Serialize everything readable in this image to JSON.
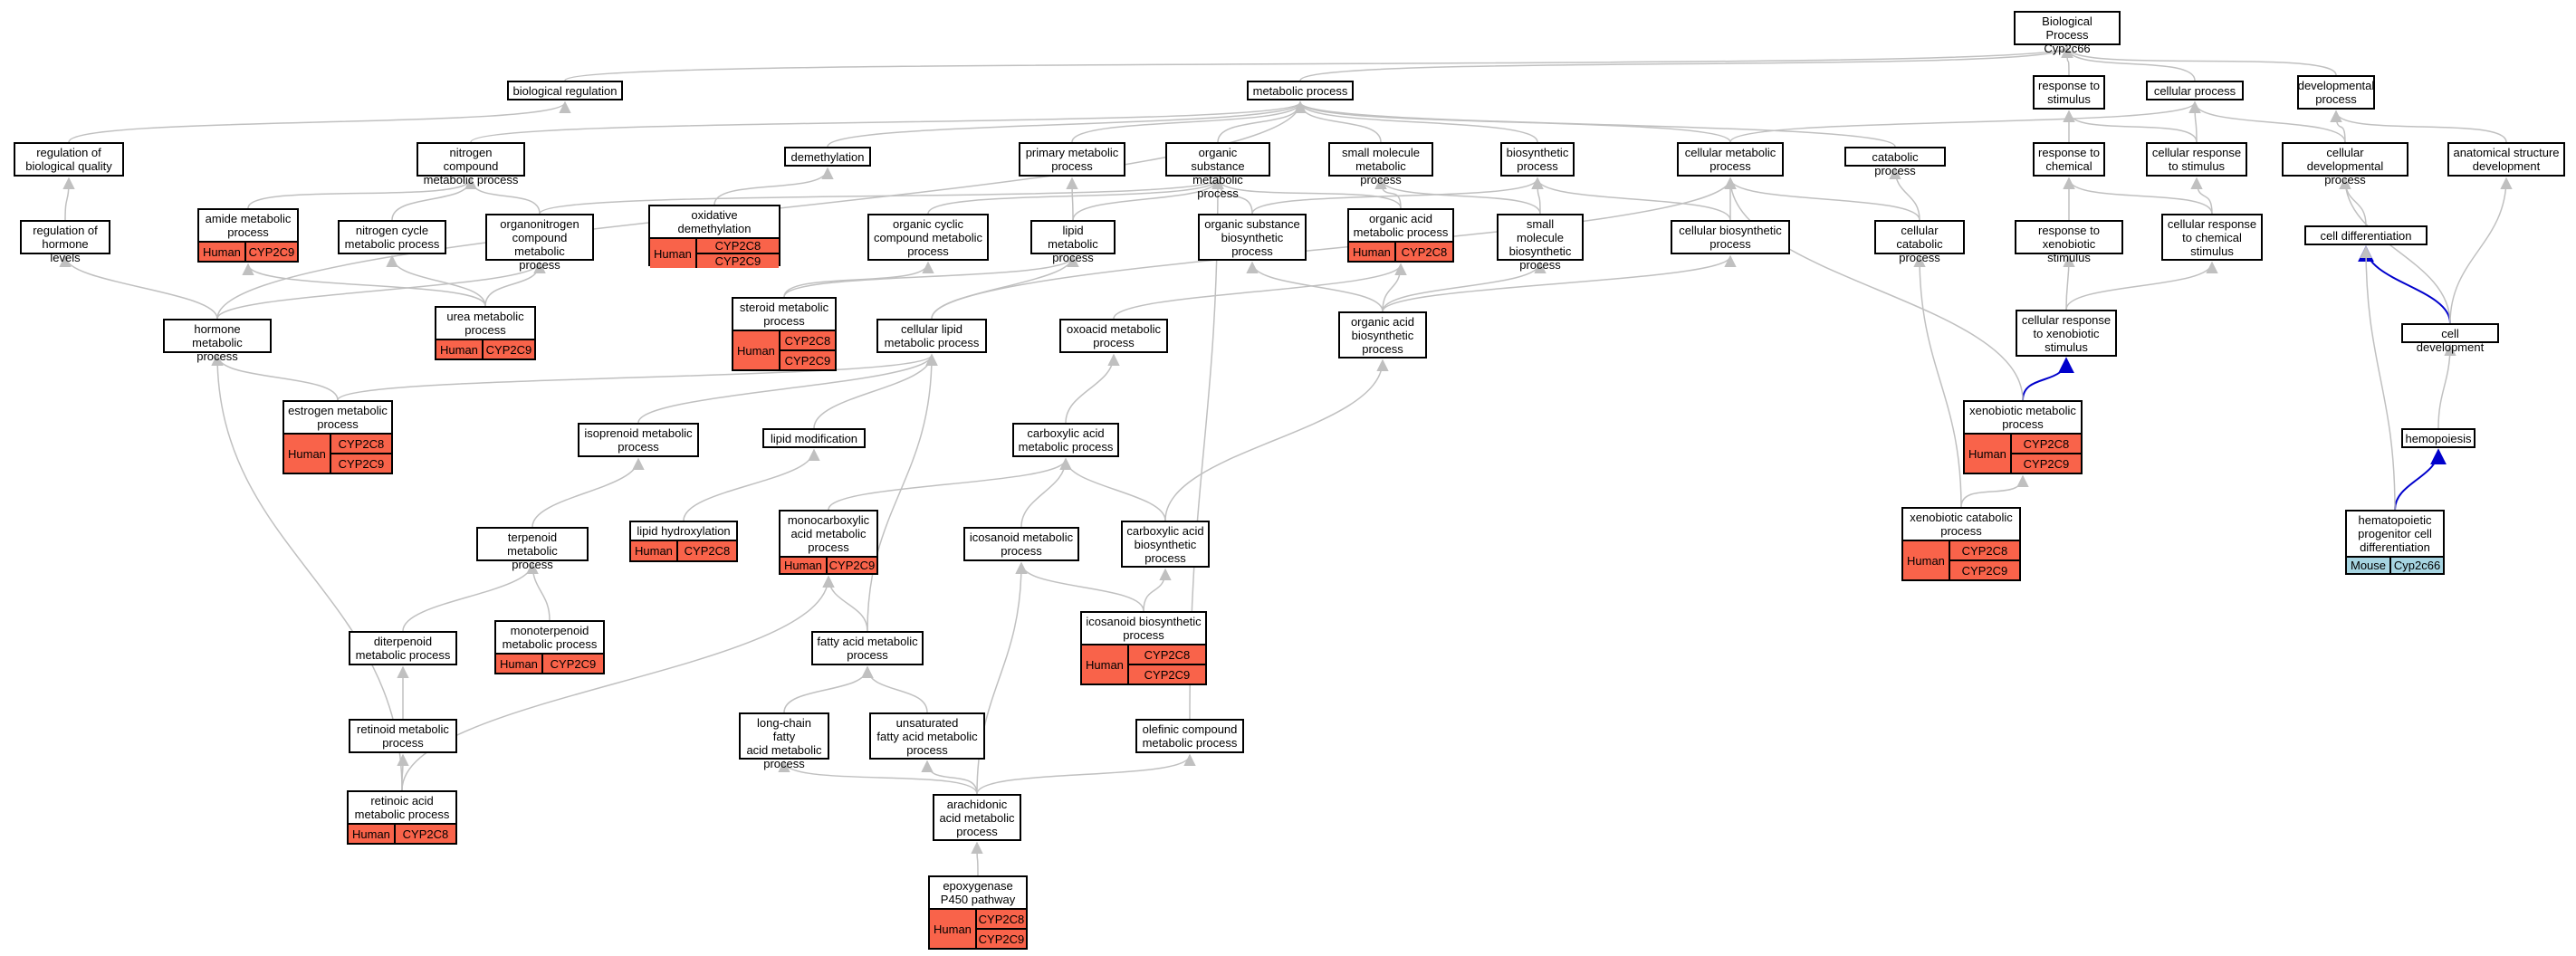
{
  "diagram": {
    "colors": {
      "edge": "#c0c0c0",
      "highlight_edge": "#0000cc",
      "human_fill": "#f9634a",
      "mouse_fill": "#a6d4e1",
      "node_border": "#000000"
    },
    "nodes": [
      {
        "id": "root",
        "label": "Biological Process\nCyp2c66"
      },
      {
        "id": "biological_regulation",
        "label": "biological regulation"
      },
      {
        "id": "metabolic_process",
        "label": "metabolic process"
      },
      {
        "id": "response_to_stimulus",
        "label": "response to\nstimulus"
      },
      {
        "id": "cellular_process",
        "label": "cellular process"
      },
      {
        "id": "developmental_process",
        "label": "developmental\nprocess"
      },
      {
        "id": "regulation_of_biological_quality",
        "label": "regulation of\nbiological quality"
      },
      {
        "id": "nitrogen_compound_metabolic_process",
        "label": "nitrogen compound\nmetabolic process"
      },
      {
        "id": "demethylation",
        "label": "demethylation"
      },
      {
        "id": "primary_metabolic_process",
        "label": "primary metabolic\nprocess"
      },
      {
        "id": "organic_substance_metabolic_process",
        "label": "organic substance\nmetabolic process"
      },
      {
        "id": "small_molecule_metabolic_process",
        "label": "small molecule\nmetabolic process"
      },
      {
        "id": "biosynthetic_process",
        "label": "biosynthetic\nprocess"
      },
      {
        "id": "cellular_metabolic_process",
        "label": "cellular metabolic\nprocess"
      },
      {
        "id": "catabolic_process",
        "label": "catabolic process"
      },
      {
        "id": "response_to_chemical",
        "label": "response to\nchemical"
      },
      {
        "id": "cellular_response_to_stimulus",
        "label": "cellular response\nto stimulus"
      },
      {
        "id": "cellular_developmental_process",
        "label": "cellular developmental\nprocess"
      },
      {
        "id": "anatomical_structure_development",
        "label": "anatomical structure\ndevelopment"
      },
      {
        "id": "regulation_of_hormone_levels",
        "label": "regulation of\nhormone levels"
      },
      {
        "id": "amide_metabolic_process",
        "label": "amide metabolic\nprocess",
        "genes": {
          "species": "Human",
          "list": [
            "CYP2C9"
          ]
        }
      },
      {
        "id": "nitrogen_cycle_metabolic_process",
        "label": "nitrogen cycle\nmetabolic process"
      },
      {
        "id": "organonitrogen_compound_metabolic_process",
        "label": "organonitrogen\ncompound metabolic\nprocess"
      },
      {
        "id": "oxidative_demethylation",
        "label": "oxidative demethylation",
        "genes": {
          "species": "Human",
          "list": [
            "CYP2C8",
            "CYP2C9"
          ]
        }
      },
      {
        "id": "organic_cyclic_compound_metabolic_process",
        "label": "organic cyclic\ncompound metabolic\nprocess"
      },
      {
        "id": "lipid_metabolic_process",
        "label": "lipid metabolic\nprocess"
      },
      {
        "id": "organic_substance_biosynthetic_process",
        "label": "organic substance\nbiosynthetic\nprocess"
      },
      {
        "id": "organic_acid_metabolic_process",
        "label": "organic acid\nmetabolic process",
        "genes": {
          "species": "Human",
          "list": [
            "CYP2C8"
          ]
        }
      },
      {
        "id": "small_molecule_biosynthetic_process",
        "label": "small molecule\nbiosynthetic\nprocess"
      },
      {
        "id": "cellular_biosynthetic_process",
        "label": "cellular biosynthetic\nprocess"
      },
      {
        "id": "cellular_catabolic_process",
        "label": "cellular catabolic\nprocess"
      },
      {
        "id": "response_to_xenobiotic_stimulus",
        "label": "response to\nxenobiotic stimulus"
      },
      {
        "id": "cellular_response_to_chemical_stimulus",
        "label": "cellular response\nto chemical\nstimulus"
      },
      {
        "id": "cell_differentiation",
        "label": "cell differentiation"
      },
      {
        "id": "hormone_metabolic_process",
        "label": "hormone metabolic\nprocess"
      },
      {
        "id": "urea_metabolic_process",
        "label": "urea metabolic\nprocess",
        "genes": {
          "species": "Human",
          "list": [
            "CYP2C9"
          ]
        }
      },
      {
        "id": "steroid_metabolic_process",
        "label": "steroid metabolic\nprocess",
        "genes": {
          "species": "Human",
          "list": [
            "CYP2C8",
            "CYP2C9"
          ]
        }
      },
      {
        "id": "cellular_lipid_metabolic_process",
        "label": "cellular lipid\nmetabolic process"
      },
      {
        "id": "oxoacid_metabolic_process",
        "label": "oxoacid metabolic\nprocess"
      },
      {
        "id": "organic_acid_biosynthetic_process",
        "label": "organic acid\nbiosynthetic\nprocess"
      },
      {
        "id": "cellular_response_to_xenobiotic_stimulus",
        "label": "cellular response\nto xenobiotic\nstimulus"
      },
      {
        "id": "cell_development",
        "label": "cell development"
      },
      {
        "id": "estrogen_metabolic_process",
        "label": "estrogen metabolic\nprocess",
        "genes": {
          "species": "Human",
          "list": [
            "CYP2C8",
            "CYP2C9"
          ]
        }
      },
      {
        "id": "isoprenoid_metabolic_process",
        "label": "isoprenoid metabolic\nprocess"
      },
      {
        "id": "lipid_modification",
        "label": "lipid modification"
      },
      {
        "id": "carboxylic_acid_metabolic_process",
        "label": "carboxylic acid\nmetabolic process"
      },
      {
        "id": "xenobiotic_metabolic_process",
        "label": "xenobiotic metabolic\nprocess",
        "genes": {
          "species": "Human",
          "list": [
            "CYP2C8",
            "CYP2C9"
          ]
        }
      },
      {
        "id": "hemopoiesis",
        "label": "hemopoiesis"
      },
      {
        "id": "terpenoid_metabolic_process",
        "label": "terpenoid metabolic\nprocess"
      },
      {
        "id": "lipid_hydroxylation",
        "label": "lipid hydroxylation",
        "genes": {
          "species": "Human",
          "list": [
            "CYP2C8"
          ]
        }
      },
      {
        "id": "monocarboxylic_acid_metabolic_process",
        "label": "monocarboxylic\nacid metabolic\nprocess",
        "genes": {
          "species": "Human",
          "list": [
            "CYP2C9"
          ]
        }
      },
      {
        "id": "icosanoid_metabolic_process",
        "label": "icosanoid metabolic\nprocess"
      },
      {
        "id": "carboxylic_acid_biosynthetic_process",
        "label": "carboxylic acid\nbiosynthetic\nprocess"
      },
      {
        "id": "xenobiotic_catabolic_process",
        "label": "xenobiotic catabolic\nprocess",
        "genes": {
          "species": "Human",
          "list": [
            "CYP2C8",
            "CYP2C9"
          ]
        }
      },
      {
        "id": "hematopoietic_progenitor_cell_differentiation",
        "label": "hematopoietic\nprogenitor cell\ndifferentiation",
        "genes": {
          "species": "Mouse",
          "list": [
            "Cyp2c66"
          ]
        }
      },
      {
        "id": "monoterpenoid_metabolic_process",
        "label": "monoterpenoid\nmetabolic process",
        "genes": {
          "species": "Human",
          "list": [
            "CYP2C9"
          ]
        }
      },
      {
        "id": "icosanoid_biosynthetic_process",
        "label": "icosanoid biosynthetic\nprocess",
        "genes": {
          "species": "Human",
          "list": [
            "CYP2C8",
            "CYP2C9"
          ]
        }
      },
      {
        "id": "diterpenoid_metabolic_process",
        "label": "diterpenoid\nmetabolic process"
      },
      {
        "id": "fatty_acid_metabolic_process",
        "label": "fatty acid metabolic\nprocess"
      },
      {
        "id": "retinoid_metabolic_process",
        "label": "retinoid metabolic\nprocess"
      },
      {
        "id": "long_chain_fatty_acid_metabolic_process",
        "label": "long-chain fatty\nacid metabolic\nprocess"
      },
      {
        "id": "unsaturated_fatty_acid_metabolic_process",
        "label": "unsaturated\nfatty acid metabolic\nprocess"
      },
      {
        "id": "olefinic_compound_metabolic_process",
        "label": "olefinic compound\nmetabolic process"
      },
      {
        "id": "retinoic_acid_metabolic_process",
        "label": "retinoic acid\nmetabolic process",
        "genes": {
          "species": "Human",
          "list": [
            "CYP2C8"
          ]
        }
      },
      {
        "id": "arachidonic_acid_metabolic_process",
        "label": "arachidonic\nacid metabolic\nprocess"
      },
      {
        "id": "epoxygenase_p450_pathway",
        "label": "epoxygenase\nP450 pathway",
        "genes": {
          "species": "Human",
          "list": [
            "CYP2C8",
            "CYP2C9"
          ]
        }
      }
    ]
  }
}
